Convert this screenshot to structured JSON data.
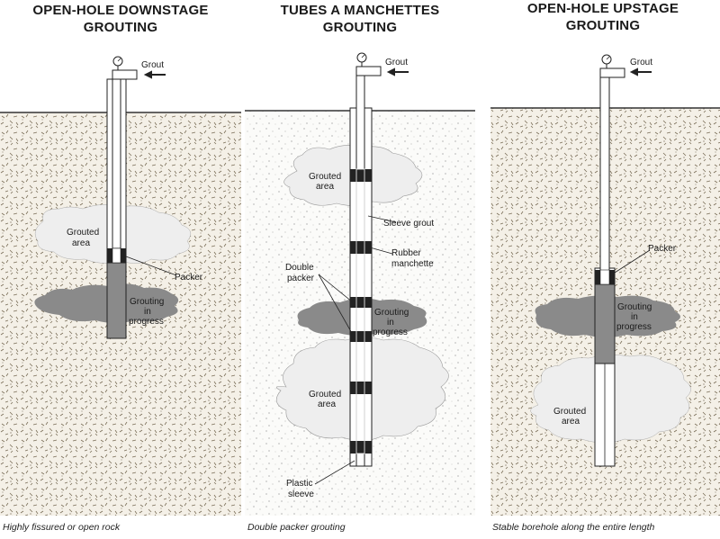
{
  "panels": [
    {
      "title_line1": "OPEN-HOLE DOWNSTAGE",
      "title_line2": "GROUTING",
      "grout_label": "Grout",
      "labels": {
        "grouted_area_1": "Grouted",
        "grouted_area_2": "area",
        "packer": "Packer",
        "grouting_1": "Grouting",
        "grouting_2": "in",
        "grouting_3": "progress"
      },
      "caption": "Highly fissured or open rock"
    },
    {
      "title_line1": "TUBES A MANCHETTES",
      "title_line2": "GROUTING",
      "grout_label": "Grout",
      "labels": {
        "grouted_area_top_1": "Grouted",
        "grouted_area_top_2": "area",
        "sleeve_grout": "Sleeve grout",
        "rubber_1": "Rubber",
        "rubber_2": "manchette",
        "double_1": "Double",
        "double_2": "packer",
        "grouting_1": "Grouting",
        "grouting_2": "in",
        "grouting_3": "progress",
        "grouted_area_bottom_1": "Grouted",
        "grouted_area_bottom_2": "area",
        "plastic_1": "Plastic",
        "plastic_2": "sleeve"
      },
      "caption": "Double packer grouting"
    },
    {
      "title_line1": "OPEN-HOLE UPSTAGE",
      "title_line2": "GROUTING",
      "grout_label": "Grout",
      "labels": {
        "packer": "Packer",
        "grouting_1": "Grouting",
        "grouting_2": "in",
        "grouting_3": "progress",
        "grouted_area_1": "Grouted",
        "grouted_area_2": "area"
      },
      "caption": "Stable borehole along the entire length"
    }
  ],
  "colors": {
    "rock_fill": "#f3efe6",
    "grouted_area": "#eeeeee",
    "grouting_in_progress": "#8a8a8a",
    "packer": "#222222",
    "pipe": "#ffffff"
  }
}
